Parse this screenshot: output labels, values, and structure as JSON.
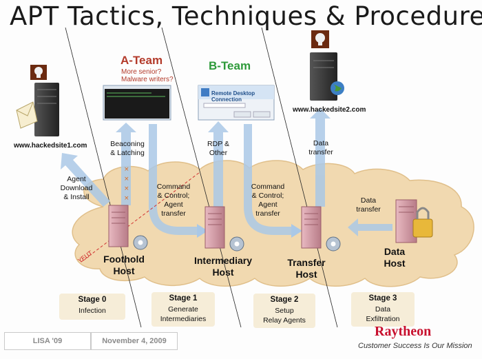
{
  "title": "APT Tactics, Techniques & Procedures",
  "teams": {
    "a_team": {
      "name": "A-Team",
      "note_line1": "More senior?",
      "note_line2": "Malware writers?"
    },
    "b_team": {
      "name": "B-Team"
    }
  },
  "sites": {
    "site1": "www.hackedsite1.com",
    "site2": "www.hackedsite2.com"
  },
  "window": {
    "rdp_title_line1": "Remote Desktop",
    "rdp_title_line2": "Connection"
  },
  "flows": {
    "agent_download": [
      "Agent",
      "Download",
      "& Install"
    ],
    "beaconing": [
      "Beaconing",
      "& Latching"
    ],
    "rdp": [
      "RDP &",
      "Other"
    ],
    "data_transfer_up": [
      "Data",
      "transfer"
    ],
    "cc1": [
      "Command",
      "& Control;",
      "Agent",
      "transfer"
    ],
    "cc2": [
      "Command",
      "& Control;",
      "Agent",
      "transfer"
    ],
    "data_transfer_in": [
      "Data",
      "transfer"
    ]
  },
  "hosts": {
    "foothold": [
      "Foothold",
      "Host"
    ],
    "intermediary": [
      "Intermediary",
      "Host"
    ],
    "transfer": [
      "Transfer",
      "Host"
    ],
    "data": [
      "Data",
      "Host"
    ]
  },
  "stages": [
    {
      "title": "Stage 0",
      "line1": "Infection",
      "line2": ""
    },
    {
      "title": "Stage 1",
      "line1": "Generate",
      "line2": "Intermediaries"
    },
    {
      "title": "Stage 2",
      "line1": "Setup",
      "line2": "Relay Agents"
    },
    {
      "title": "Stage 3",
      "line1": "Data",
      "line2": "Exfiltration"
    }
  ],
  "footer": {
    "venue": "LISA '09",
    "date": "November 4, 2009",
    "brand": "Raytheon",
    "tagline": "Customer Success Is Our Mission"
  },
  "colors": {
    "cloud": "#f1d9b0",
    "arrow_blue": "#aac8e6",
    "a_team": "#b33a2a",
    "b_team": "#2e9a3a",
    "server_pink": "#d9a0aa",
    "dark_server": "#333333",
    "brand_red": "#c8102e"
  }
}
